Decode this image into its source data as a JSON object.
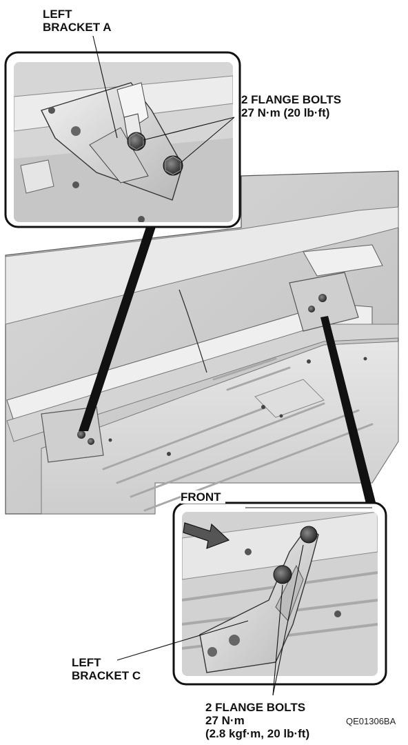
{
  "labels": {
    "bracket_a_line1": "LEFT",
    "bracket_a_line2": "BRACKET A",
    "top_bolts_line1": "2 FLANGE BOLTS",
    "top_bolts_line2": "27 N·m (20 lb·ft)",
    "front": "FRONT",
    "bracket_c_line1": "LEFT",
    "bracket_c_line2": "BRACKET C",
    "bottom_bolts_line1": "2 FLANGE BOLTS",
    "bottom_bolts_line2": "27 N·m",
    "bottom_bolts_line3": "(2.8 kgf·m, 20 lb·ft)",
    "figure_code": "QE01306BA"
  },
  "colors": {
    "paper": "#ffffff",
    "panel_light": "#e3e3e3",
    "panel_mid": "#cfcfcf",
    "panel_dark": "#9a9a9a",
    "ink": "#111111",
    "arrow_fill": "#555555"
  }
}
